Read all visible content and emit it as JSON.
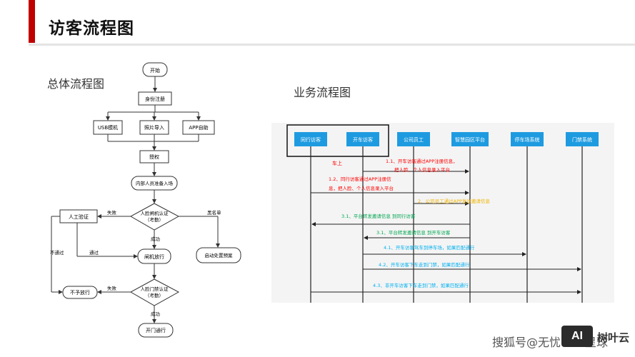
{
  "page": {
    "title": "访客流程图",
    "left_label": "总体流程图",
    "right_label": "业务流程图",
    "watermark": "搜狐号@无忧",
    "watermark_tail": "星球",
    "logo_text": "AI",
    "logo_caption": "树叶云"
  },
  "colors": {
    "accent": "#c00000",
    "swimlane": "#1e9be0",
    "red": "#ff0000",
    "yellow": "#f0b400",
    "green": "#00a651",
    "cyan": "#00b0f0"
  },
  "overall_flow": {
    "nodes": {
      "start": "开始",
      "register": "身份注册",
      "usb": "USB模机",
      "photo": "照片导入",
      "app": "APP自助",
      "authorize": "授权",
      "prepare": "内部人员准备入场",
      "gate_check": "人脸闸机认证\n（考勤）",
      "manual": "人工验证",
      "gate_pass": "闸机放行",
      "auto_plan": "启动处置预案",
      "door_check": "人脸门禁认证\n（考勤）",
      "deny": "不予放行",
      "door_open": "开门通行"
    },
    "edge_labels": {
      "fail1": "失败",
      "blacklist": "黑名单",
      "success1": "成功",
      "pass": "通过",
      "no_pass": "不通过",
      "fail2": "失败",
      "success2": "成功"
    }
  },
  "business_flow": {
    "lanes": [
      "同行访客",
      "开车访客",
      "公司员工",
      "智慧园区平台",
      "停车场系统",
      "门禁系统"
    ],
    "car_note": "车上",
    "messages": [
      {
        "line1": "1.1、开车访客通过APP注册信息，",
        "line2": "把人脸、个人信息录入平台",
        "color": "red"
      },
      {
        "line1": "1.2、同行访客通过APP注册信",
        "line2": "息，把人脸、个人信息录入平台",
        "color": "red"
      },
      {
        "line1": "2、公司员工通过APP发送邀请信息",
        "color": "yellow"
      },
      {
        "line1": "3.1、平台转发邀请信息 到同行访客",
        "color": "green"
      },
      {
        "line1": "3.1、平台转发邀请信息 到开车访客",
        "color": "green"
      },
      {
        "line1": "4.1、开车访客驾车到停车场，如果匹配通行",
        "color": "cyan"
      },
      {
        "line1": "4.2、开车访客下车走到门禁，如果匹配通行",
        "color": "cyan"
      },
      {
        "line1": "4.3、非开车访客下车走到门禁，如果匹配通行",
        "color": "cyan"
      }
    ]
  }
}
